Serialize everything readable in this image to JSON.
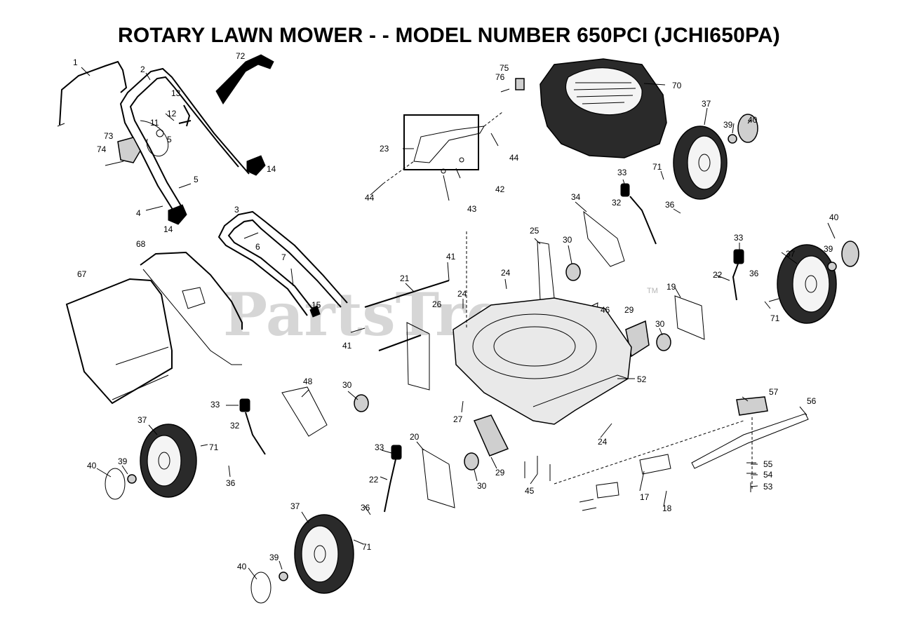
{
  "title": "ROTARY LAWN MOWER - - MODEL NUMBER 650PCI (JCHI650PA)",
  "watermark": {
    "text": "PartsTree",
    "mark": "TM"
  },
  "callouts": [
    {
      "id": "c1",
      "label": "1"
    },
    {
      "id": "c2",
      "label": "2"
    },
    {
      "id": "c72",
      "label": "72"
    },
    {
      "id": "c13",
      "label": "13"
    },
    {
      "id": "c12",
      "label": "12"
    },
    {
      "id": "c11",
      "label": "11"
    },
    {
      "id": "c5a",
      "label": "5"
    },
    {
      "id": "c73",
      "label": "73"
    },
    {
      "id": "c74",
      "label": "74"
    },
    {
      "id": "c14a",
      "label": "14"
    },
    {
      "id": "c5b",
      "label": "5"
    },
    {
      "id": "c4",
      "label": "4"
    },
    {
      "id": "c14b",
      "label": "14"
    },
    {
      "id": "c3",
      "label": "3"
    },
    {
      "id": "c6",
      "label": "6"
    },
    {
      "id": "c68",
      "label": "68"
    },
    {
      "id": "c7",
      "label": "7"
    },
    {
      "id": "c67",
      "label": "67"
    },
    {
      "id": "c15",
      "label": "15"
    },
    {
      "id": "c41a",
      "label": "41"
    },
    {
      "id": "c76",
      "label": "76"
    },
    {
      "id": "c75",
      "label": "75"
    },
    {
      "id": "c70",
      "label": "70"
    },
    {
      "id": "c23",
      "label": "23"
    },
    {
      "id": "c44a",
      "label": "44"
    },
    {
      "id": "c42",
      "label": "42"
    },
    {
      "id": "c43",
      "label": "43"
    },
    {
      "id": "c44b",
      "label": "44"
    },
    {
      "id": "c37a",
      "label": "37"
    },
    {
      "id": "c39a",
      "label": "39"
    },
    {
      "id": "c40a",
      "label": "40"
    },
    {
      "id": "c71a",
      "label": "71"
    },
    {
      "id": "c33a",
      "label": "33"
    },
    {
      "id": "c32a",
      "label": "32"
    },
    {
      "id": "c34",
      "label": "34"
    },
    {
      "id": "c36a",
      "label": "36"
    },
    {
      "id": "c25",
      "label": "25"
    },
    {
      "id": "c30a",
      "label": "30"
    },
    {
      "id": "c41b",
      "label": "41"
    },
    {
      "id": "c21",
      "label": "21"
    },
    {
      "id": "c24a",
      "label": "24"
    },
    {
      "id": "c24b",
      "label": "24"
    },
    {
      "id": "c26",
      "label": "26"
    },
    {
      "id": "c46",
      "label": "46"
    },
    {
      "id": "c29a",
      "label": "29"
    },
    {
      "id": "c30b",
      "label": "30"
    },
    {
      "id": "c19",
      "label": "19"
    },
    {
      "id": "c33b",
      "label": "33"
    },
    {
      "id": "c22a",
      "label": "22"
    },
    {
      "id": "c36b",
      "label": "36"
    },
    {
      "id": "c71b",
      "label": "71"
    },
    {
      "id": "c40b",
      "label": "40"
    },
    {
      "id": "c39b",
      "label": "39"
    },
    {
      "id": "c37b",
      "label": "37"
    },
    {
      "id": "c52",
      "label": "52"
    },
    {
      "id": "c48",
      "label": "48"
    },
    {
      "id": "c30c",
      "label": "30"
    },
    {
      "id": "c33c",
      "label": "33"
    },
    {
      "id": "c32b",
      "label": "32"
    },
    {
      "id": "c37c",
      "label": "37"
    },
    {
      "id": "c71c",
      "label": "71"
    },
    {
      "id": "c40c",
      "label": "40"
    },
    {
      "id": "c39c",
      "label": "39"
    },
    {
      "id": "c36c",
      "label": "36"
    },
    {
      "id": "c27",
      "label": "27"
    },
    {
      "id": "c24c",
      "label": "24"
    },
    {
      "id": "c57",
      "label": "57"
    },
    {
      "id": "c56",
      "label": "56"
    },
    {
      "id": "c33d",
      "label": "33"
    },
    {
      "id": "c20",
      "label": "20"
    },
    {
      "id": "c22b",
      "label": "22"
    },
    {
      "id": "c30d",
      "label": "30"
    },
    {
      "id": "c29b",
      "label": "29"
    },
    {
      "id": "c45",
      "label": "45"
    },
    {
      "id": "c55",
      "label": "55"
    },
    {
      "id": "c54",
      "label": "54"
    },
    {
      "id": "c53",
      "label": "53"
    },
    {
      "id": "c17",
      "label": "17"
    },
    {
      "id": "c18",
      "label": "18"
    },
    {
      "id": "c37d",
      "label": "37"
    },
    {
      "id": "c36d",
      "label": "36"
    },
    {
      "id": "c71d",
      "label": "71"
    },
    {
      "id": "c40d",
      "label": "40"
    },
    {
      "id": "c39d",
      "label": "39"
    }
  ]
}
